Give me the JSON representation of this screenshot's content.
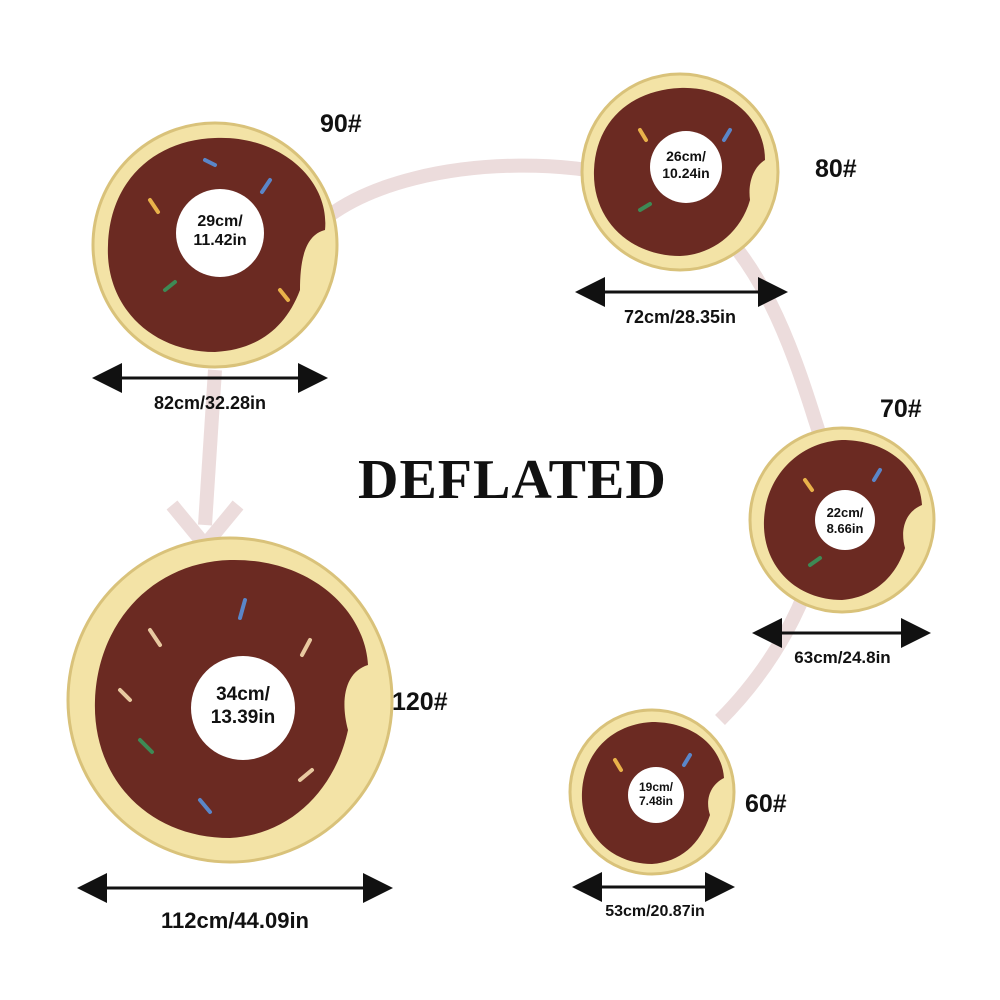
{
  "title": "DEFLATED",
  "colors": {
    "icing": "#6b2a22",
    "icing_shade": "#5a211b",
    "dough": "#f3e3a6",
    "dough_edge": "#d9c27a",
    "arrow": "#ecdcdc",
    "measure_line": "#111111",
    "sprinkles": [
      "#e9b24a",
      "#5a86c9",
      "#3d8a55",
      "#e8c9a0",
      "#d9d9d9"
    ]
  },
  "rings": [
    {
      "size_label": "90#",
      "outer": "82cm/32.28in",
      "inner_cm": "29cm/",
      "inner_in": "11.42in"
    },
    {
      "size_label": "80#",
      "outer": "72cm/28.35in",
      "inner_cm": "26cm/",
      "inner_in": "10.24in"
    },
    {
      "size_label": "70#",
      "outer": "63cm/24.8in",
      "inner_cm": "22cm/",
      "inner_in": "8.66in"
    },
    {
      "size_label": "60#",
      "outer": "53cm/20.87in",
      "inner_cm": "19cm/",
      "inner_in": "7.48in"
    },
    {
      "size_label": "120#",
      "outer": "112cm/44.09in",
      "inner_cm": "34cm/",
      "inner_in": "13.39in"
    }
  ]
}
